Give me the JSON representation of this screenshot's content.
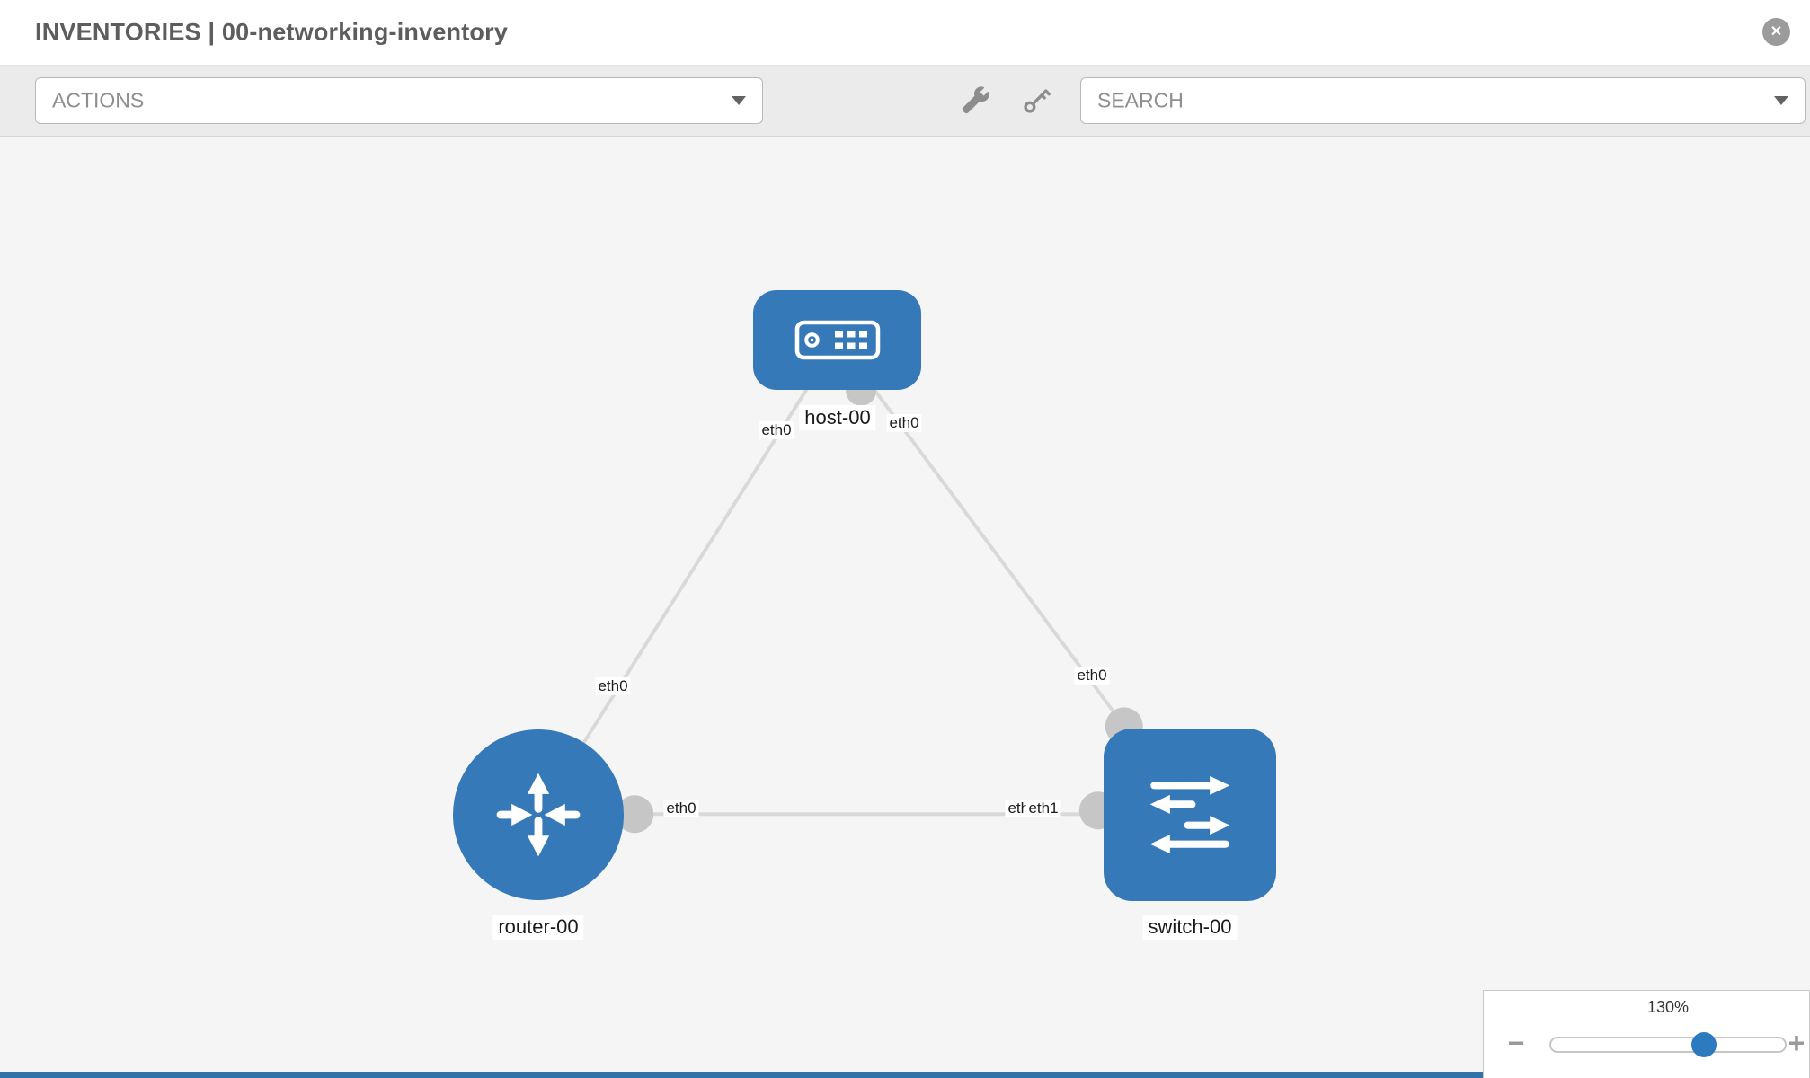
{
  "header": {
    "title": "INVENTORIES | 00-networking-inventory"
  },
  "icons": {
    "close": "✕"
  },
  "toolbar": {
    "actions_label": "ACTIONS",
    "search_label": "SEARCH"
  },
  "topology": {
    "nodes": [
      {
        "label": "host-00",
        "type": "host"
      },
      {
        "label": "router-00",
        "type": "router"
      },
      {
        "label": "switch-00",
        "type": "switch"
      }
    ],
    "links": [
      {
        "source": "host-00",
        "target": "router-00",
        "source_if": "eth0",
        "target_if": "eth0"
      },
      {
        "source": "host-00",
        "target": "switch-00",
        "source_if": "eth0",
        "target_if": "eth0"
      },
      {
        "source": "router-00",
        "target": "switch-00",
        "source_if": "eth0",
        "target_if": "eth1",
        "target_if_back": "eth0"
      }
    ]
  },
  "zoom": {
    "level": "130%",
    "minus_label": "−",
    "plus_label": "+"
  },
  "colors": {
    "node_blue": "#3679b8",
    "link_gray": "#d9d9d9",
    "endpoint_gray": "#c6c6c6",
    "canvas_bg": "#f5f5f5",
    "footer_blue": "#3172a9",
    "slider_handle_blue": "#2e7abf"
  }
}
